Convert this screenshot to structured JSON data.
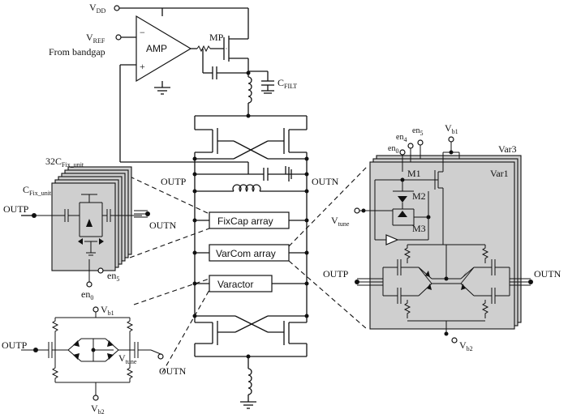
{
  "main": {
    "vdd": "V",
    "vdd_sub": "DD",
    "vref": "V",
    "vref_sub": "REF",
    "from_bandgap": "From bandgap",
    "amp": "AMP",
    "minus": "−",
    "plus": "+",
    "mp": "MP",
    "cfilt": "C",
    "cfilt_sub": "FILT",
    "outp": "OUTP",
    "outn": "OUTN",
    "fixcap": "FixCap array",
    "varcom": "VarCom array",
    "varactor": "Varactor"
  },
  "fix_panel": {
    "title_num": "32C",
    "title_sub": "Fix_unit",
    "unit": "C",
    "unit_sub": "Fix_unit",
    "outp": "OUTP",
    "outn": "OUTN",
    "en5": "en",
    "en5_sub": "5",
    "en0": "en",
    "en0_sub": "0"
  },
  "var_panel": {
    "var3": "Var3",
    "var1": "Var1",
    "en0": "en",
    "en0_sub": "0",
    "en4": "en",
    "en4_sub": "4",
    "en5": "en",
    "en5_sub": "5",
    "vb1": "V",
    "vb1_sub": "b1",
    "m1": "M1",
    "m2": "M2",
    "m3": "M3",
    "vtune": "V",
    "vtune_sub": "tune",
    "outp": "OUTP",
    "outn": "OUTN",
    "vb2": "V",
    "vb2_sub": "b2"
  },
  "varactor_panel": {
    "vb1": "V",
    "vb1_sub": "b1",
    "outp": "OUTP",
    "outn": "OUTN",
    "vtune": "V",
    "vtune_sub": "tune",
    "vb2": "V",
    "vb2_sub": "b2"
  }
}
